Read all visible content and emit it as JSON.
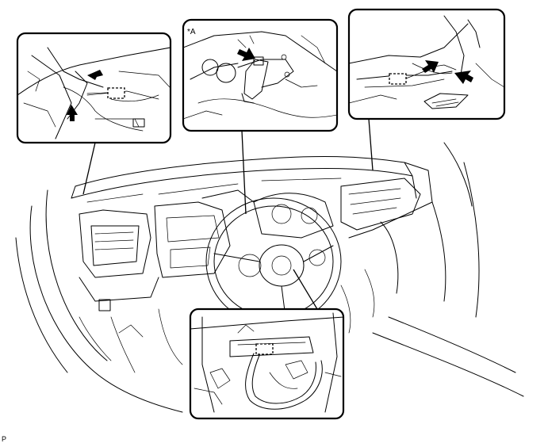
{
  "figure": {
    "view_label": "*A",
    "figure_code": "P"
  },
  "callouts": [
    {
      "id": "left-vent-connector",
      "arrows": 2
    },
    {
      "id": "steering-column-connector",
      "arrows": 1
    },
    {
      "id": "right-glovebox-connector",
      "arrows": 2
    },
    {
      "id": "lower-center-connector",
      "arrows": 0
    }
  ]
}
